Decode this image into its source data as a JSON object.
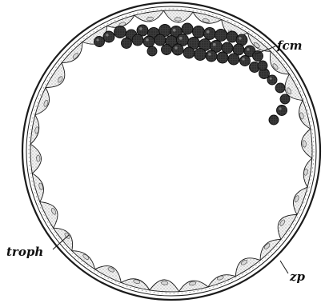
{
  "labels": {
    "fcm": "fcm",
    "troph": "troph",
    "zp": "zp"
  },
  "colors": {
    "ink": "#1b1b1b",
    "cell_fill": "#bdbdbd",
    "cell_dark": "#2e2e2e",
    "background": "#ffffff"
  }
}
